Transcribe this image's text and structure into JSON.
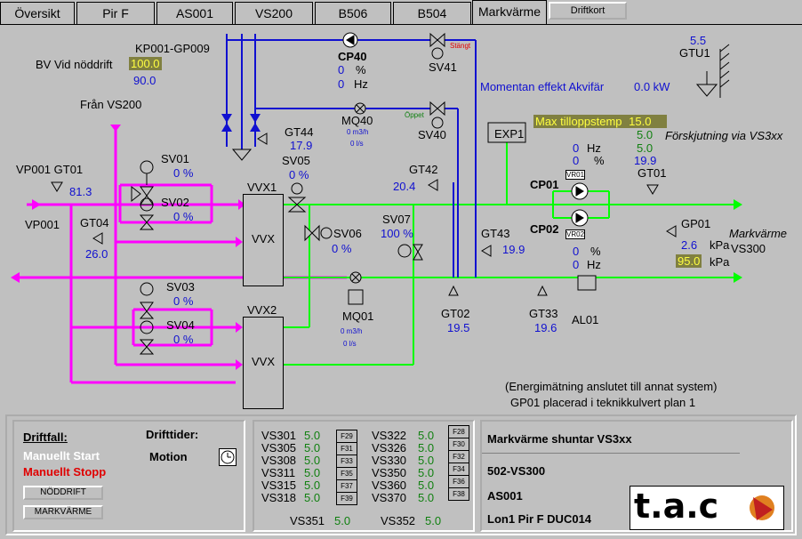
{
  "tabs": [
    {
      "label": "Översikt"
    },
    {
      "label": "Pir F"
    },
    {
      "label": "AS001"
    },
    {
      "label": "VS200"
    },
    {
      "label": "B506"
    },
    {
      "label": "B504"
    },
    {
      "label": "Markvärme"
    },
    {
      "label": "Driftkort"
    }
  ],
  "diagram": {
    "kp_label": "KP001-GP009",
    "bv_label": "BV Vid nöddrift",
    "bv_value": "100.0",
    "bv_value2": "90.0",
    "fran_vs200": "Från VS200",
    "vp001_gt01": "VP001 GT01",
    "vp001_gt01_val": "81.3",
    "vp001": "VP001",
    "gt04": "GT04",
    "gt04_val": "26.0",
    "sv01": "SV01",
    "sv01_val": "0 %",
    "sv02": "SV02",
    "sv02_val": "0 %",
    "sv03": "SV03",
    "sv03_val": "0 %",
    "sv04": "SV04",
    "sv04_val": "0 %",
    "vvx1": "VVX1",
    "vvx2": "VVX2",
    "vvx": "VVX",
    "sv05": "SV05",
    "sv05_val": "0 %",
    "sv06": "SV06",
    "sv06_val": "0 %",
    "sv07": "SV07",
    "sv07_val": "100 %",
    "gt44": "GT44",
    "gt44_val": "17.9",
    "cp40": "CP40",
    "cp40_pct": "0",
    "cp40_pct_unit": "%",
    "cp40_hz": "0",
    "cp40_hz_unit": "Hz",
    "sv41": "SV41",
    "sv41_state": "Stängt",
    "sv40": "SV40",
    "sv40_state": "Öppet",
    "mq40": "MQ40",
    "mq40_m3h": "0 m3/h",
    "mq40_ls": "0 l/s",
    "gt42": "GT42",
    "gt42_val": "20.4",
    "gt43": "GT43",
    "gt43_val": "19.9",
    "gt02": "GT02",
    "gt02_val": "19.5",
    "gt33": "GT33",
    "gt33_val": "19.6",
    "al01": "AL01",
    "mq01": "MQ01",
    "mq01_m3h": "0 m3/h",
    "mq01_ls": "0 l/s",
    "momentan": "Momentan effekt Akvifär",
    "momentan_val": "0.0 kW",
    "exp1": "EXP1",
    "max_label": "Max tilloppstemp",
    "max_val": "15.0",
    "forskjutning": "Förskjutning via VS3xx",
    "cp01": "CP01",
    "cp01_hz": "0",
    "cp01_hz_unit": "Hz",
    "cp01_pct": "0",
    "cp01_pct_unit": "%",
    "cp01_v1": "5.0",
    "cp01_v2": "19.9",
    "vr01": "VR01",
    "vr02": "VR02",
    "cp02": "CP02",
    "cp02_pct": "0",
    "cp02_pct_unit": "%",
    "cp02_hz": "0",
    "cp02_hz_unit": "Hz",
    "gt01": "GT01",
    "gp01": "GP01",
    "gp01_val": "2.6",
    "gp01_unit": "kPa",
    "gp01_sp": "95.0",
    "gp01_sp_unit": "kPa",
    "markvarme": "Markvärme",
    "vs300": "VS300",
    "gtu1": "GTU1",
    "gtu1_val": "5.5",
    "note1": "(Energimätning anslutet till annat system)",
    "note2": "GP01 placerad i teknikkulvert plan 1"
  },
  "driftfall": {
    "title": "Driftfall:",
    "start": "Manuellt Start",
    "stopp": "Manuellt Stopp",
    "noddrift": "NÖDDRIFT",
    "markvarme_btn": "MARKVÄRME",
    "drifttider": "Drifttider:",
    "motion": "Motion"
  },
  "vs_list": {
    "left": [
      {
        "name": "VS301",
        "val": "5.0",
        "f": "F29"
      },
      {
        "name": "VS305",
        "val": "5.0",
        "f": "F31"
      },
      {
        "name": "VS308",
        "val": "5.0",
        "f": "F33"
      },
      {
        "name": "VS311",
        "val": "5.0",
        "f": "F35"
      },
      {
        "name": "VS315",
        "val": "5.0",
        "f": "F37"
      },
      {
        "name": "VS318",
        "val": "5.0",
        "f": "F39"
      }
    ],
    "right": [
      {
        "name": "VS322",
        "val": "5.0",
        "f": "F28"
      },
      {
        "name": "VS326",
        "val": "5.0",
        "f": "F30"
      },
      {
        "name": "VS330",
        "val": "5.0",
        "f": "F32"
      },
      {
        "name": "VS350",
        "val": "5.0",
        "f": "F34"
      },
      {
        "name": "VS360",
        "val": "5.0",
        "f": "F36"
      },
      {
        "name": "VS370",
        "val": "5.0",
        "f": "F38"
      }
    ],
    "bottom": [
      {
        "name": "VS351",
        "val": "5.0"
      },
      {
        "name": "VS352",
        "val": "5.0"
      }
    ]
  },
  "info": {
    "title": "Markvärme  shuntar VS3xx",
    "line2": "502-VS300",
    "line3": "AS001",
    "line4": "Lon1 Pir F DUC014",
    "logo": "t.a.c"
  },
  "colors": {
    "supply": "#00ff00",
    "return": "#ff00ff",
    "blue": "#1010d0",
    "bg": "#c0c0c0"
  }
}
